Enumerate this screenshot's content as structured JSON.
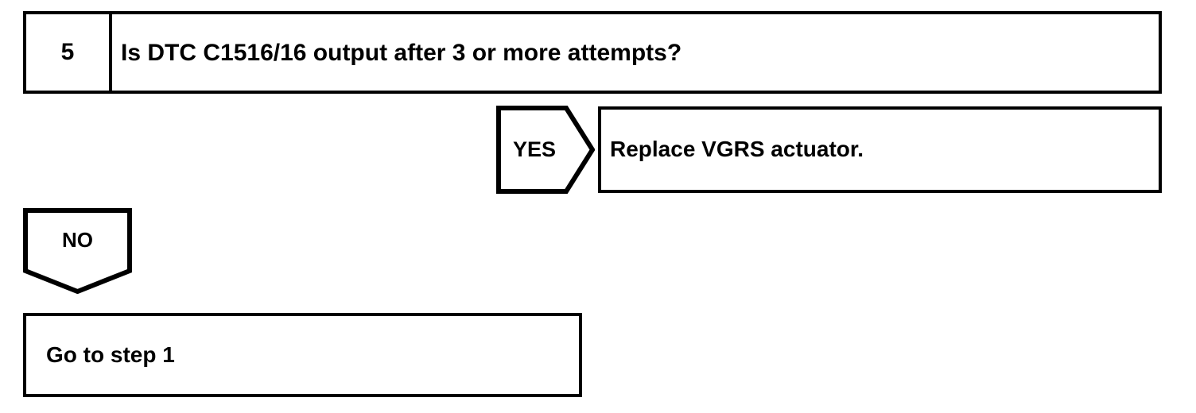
{
  "diagram": {
    "type": "troubleshooting-flowchart",
    "colors": {
      "stroke": "#000000",
      "background": "#ffffff",
      "text": "#000000"
    },
    "step": {
      "number": "5",
      "question": "Is DTC C1516/16 output after 3 or more attempts?"
    },
    "branches": {
      "yes": {
        "label": "YES",
        "shape": "right-pointing-pentagon",
        "result": "Replace VGRS actuator."
      },
      "no": {
        "label": "NO",
        "shape": "down-pointing-pentagon",
        "result": "Go to step 1"
      }
    }
  }
}
